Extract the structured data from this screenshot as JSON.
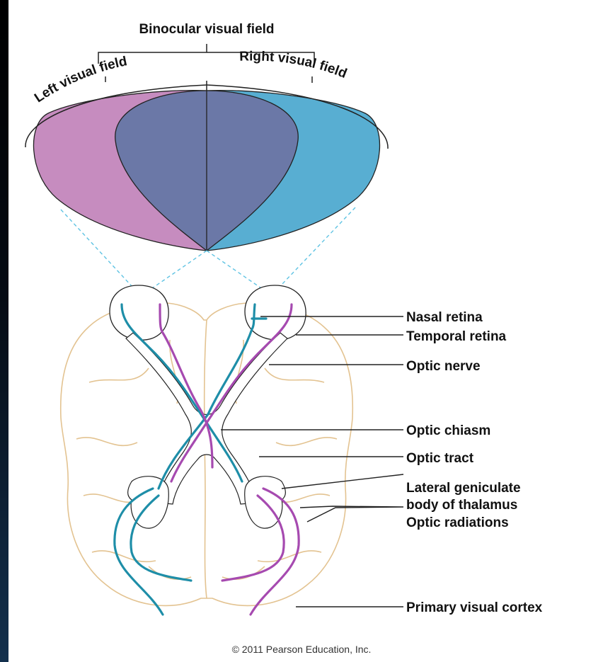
{
  "title": "Binocular visual field",
  "left_field": "Left visual field",
  "right_field": "Right visual field",
  "labels": {
    "nasal_retina": "Nasal retina",
    "temporal_retina": "Temporal retina",
    "optic_nerve": "Optic nerve",
    "optic_chiasm": "Optic chiasm",
    "optic_tract": "Optic tract",
    "lgn_line1": "Lateral geniculate",
    "lgn_line2": "body of thalamus",
    "optic_radiations": "Optic radiations",
    "primary_visual_cortex": "Primary visual cortex"
  },
  "copyright": "© 2011 Pearson Education, Inc.",
  "colors": {
    "left_field": "#c68cbf",
    "right_field": "#58aed2",
    "binocular_overlap": "#6b78a7",
    "blue_pathway": "#1e8ea8",
    "purple_pathway": "#a64ab0",
    "brain_outline": "#e3c391",
    "sight_lines": "#5fc3e3"
  }
}
